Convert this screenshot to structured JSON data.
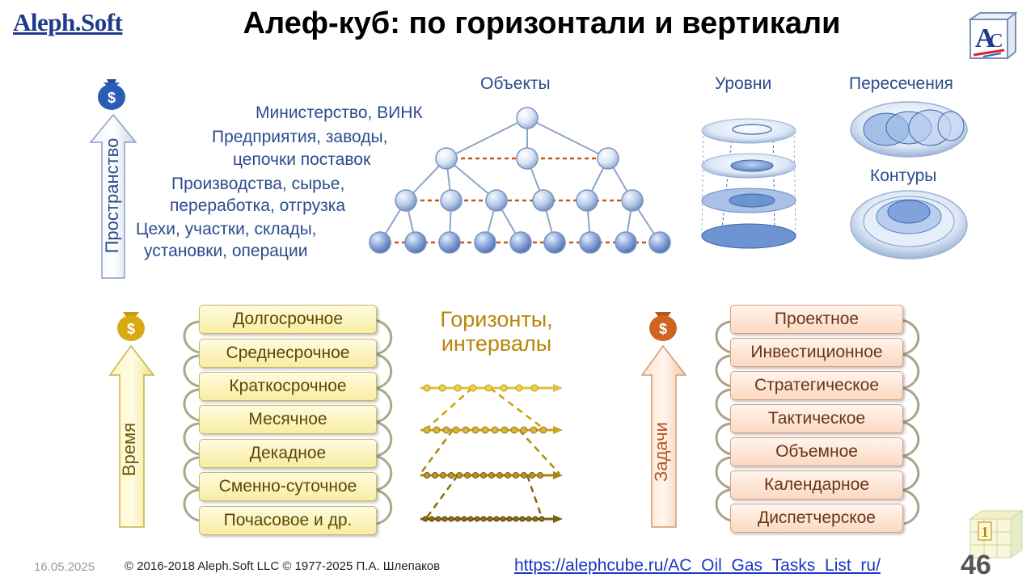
{
  "header": {
    "logo": "Aleph.Soft",
    "title": "Алеф-куб: по горизонтали и вертикали"
  },
  "space": {
    "axis_label": "Пространство",
    "objects_head": "Объекты",
    "levels_head": "Уровни",
    "intersections_head": "Пересечения",
    "contours_head": "Контуры",
    "hierarchy": [
      "Министерство, ВИНК",
      "Предприятия, заводы,",
      "цепочки поставок",
      "Производства, сырье,",
      "переработка, отгрузка",
      "Цехи, участки, склады,",
      "установки, операции"
    ]
  },
  "time": {
    "axis_label": "Время",
    "items": [
      "Долгосрочное",
      "Среднесрочное",
      "Краткосрочное",
      "Месячное",
      "Декадное",
      "Сменно-суточное",
      "Почасовое и др."
    ]
  },
  "horizons": {
    "head": "Горизонты, интервалы"
  },
  "tasks": {
    "axis_label": "Задачи",
    "items": [
      "Проектное",
      "Инвестиционное",
      "Стратегическое",
      "Тактическое",
      "Объемное",
      "Календарное",
      "Диспетчерское"
    ]
  },
  "icons": {
    "money_bag_blue": "money-bag-icon",
    "money_bag_gold": "money-bag-icon",
    "money_bag_orange": "money-bag-icon"
  },
  "colors": {
    "blue_text": "#2b4c8c",
    "gold_text": "#b7860b",
    "link": "#1a37c8"
  },
  "footer": {
    "date": "16.05.2025",
    "copyright": "© 2016-2018 Aleph.Soft LLC © 1977-2025 П.А. Шлепаков",
    "link": "https://alephcube.ru/AC_Oil_Gas_Tasks_List_ru/",
    "page_badge": "1",
    "page_number": "46"
  }
}
